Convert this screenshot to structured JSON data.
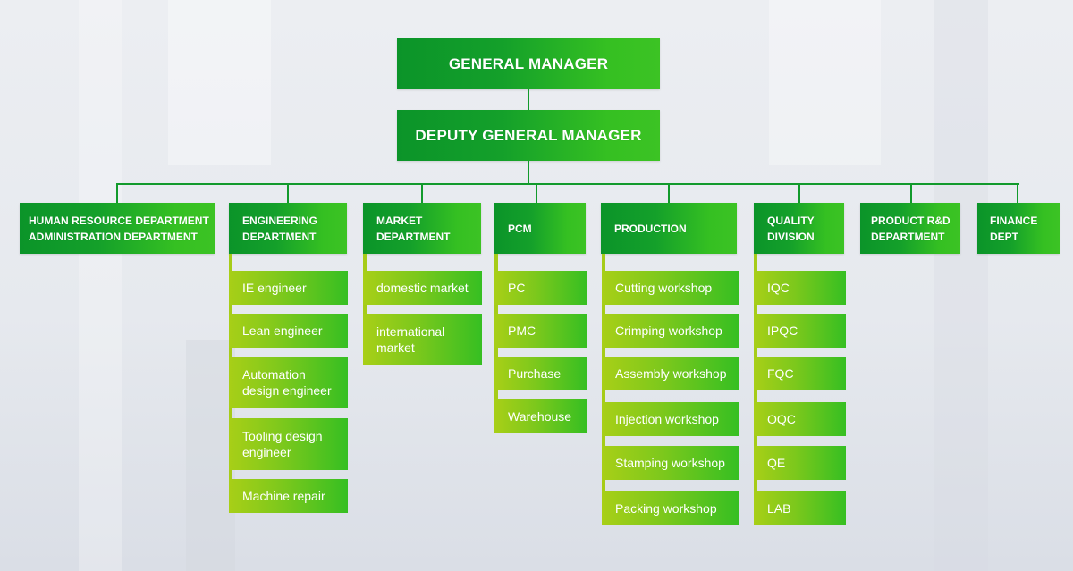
{
  "chart": {
    "top": [
      {
        "id": "gm",
        "label": "GENERAL MANAGER"
      },
      {
        "id": "dgm",
        "label": "DEPUTY GENERAL MANAGER"
      }
    ],
    "departments": [
      {
        "label": "HUMAN RESOURCE DEPARTMENT\nADMINISTRATION DEPARTMENT",
        "children": []
      },
      {
        "label": "ENGINEERING\nDEPARTMENT",
        "children": [
          "IE engineer",
          "Lean engineer",
          "Automation\ndesign engineer",
          "Tooling design\nengineer",
          "Machine repair"
        ]
      },
      {
        "label": "MARKET\nDEPARTMENT",
        "children": [
          "domestic market",
          "international\nmarket"
        ]
      },
      {
        "label": "PCM",
        "children": [
          "PC",
          "PMC",
          "Purchase",
          "Warehouse"
        ]
      },
      {
        "label": "PRODUCTION",
        "children": [
          "Cutting workshop",
          "Crimping workshop",
          "Assembly workshop",
          "Injection workshop",
          "Stamping workshop",
          "Packing workshop"
        ]
      },
      {
        "label": "QUALITY\nDIVISION",
        "children": [
          "IQC",
          "IPQC",
          "FQC",
          "OQC",
          "QE",
          "LAB"
        ]
      },
      {
        "label": "PRODUCT R&D\nDEPARTMENT",
        "children": []
      },
      {
        "label": "FINANCE\nDEPT",
        "children": []
      }
    ]
  },
  "colors": {
    "header_green": "#0b9429",
    "header_green_light": "#3cc324",
    "child_yellow_green": "#a8cf17",
    "connector": "#129a2c"
  }
}
